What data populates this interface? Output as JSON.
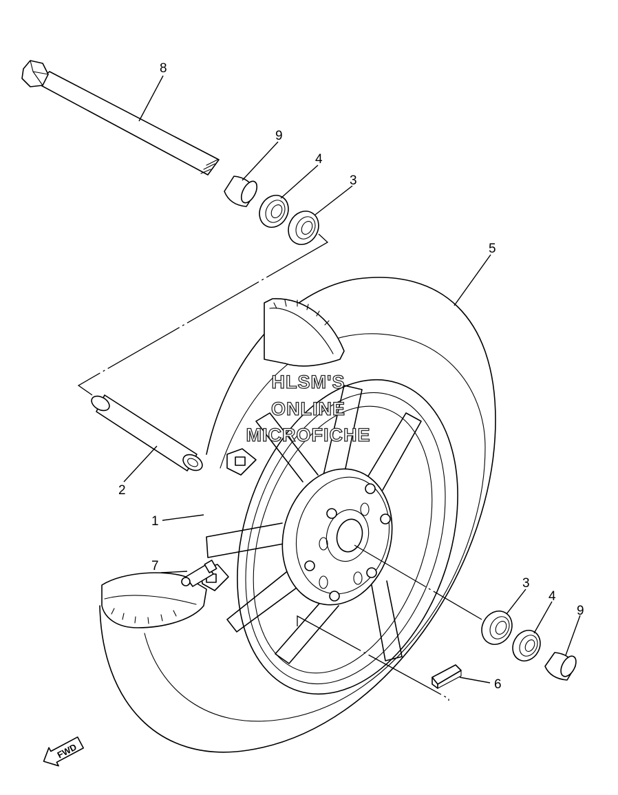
{
  "callouts": {
    "c1": "1",
    "c2": "2",
    "c3_upper": "3",
    "c3_lower": "3",
    "c4_upper": "4",
    "c4_lower": "4",
    "c5": "5",
    "c6": "6",
    "c7": "7",
    "c8": "8",
    "c9_upper": "9",
    "c9_lower": "9"
  },
  "watermark": {
    "line1": "HLSM'S",
    "line2": "ONLINE",
    "line3": "MICROFICHE"
  },
  "direction_marker": {
    "label": "FWD"
  }
}
